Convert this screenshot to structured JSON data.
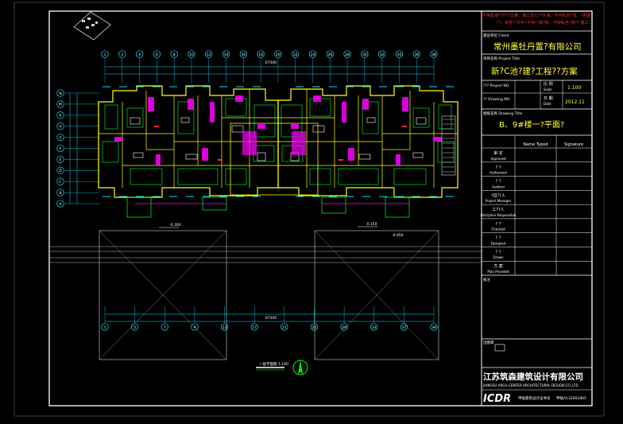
{
  "palette": {
    "background": "#000000",
    "frame": "#ffffff",
    "grid_cyan": "#00e5ff",
    "wall_yellow": "#ffff00",
    "furniture_magenta": "#ff00ff",
    "dim_green": "#00ff3a",
    "red": "#ff2a2a",
    "white": "#ffffff"
  },
  "title_block": {
    "notes": [
      "不得直接??尺寸比量，施工应以??为准，不可私自?改，?更建",
      "??。未经??许可?不得??或?制，不得私自?用?? 施工?"
    ],
    "client_label": "建设单位 Client",
    "client_name": "常州墨牡丹置?有限公司",
    "project_label": "项目名称 Project Title",
    "project_name": "新?C池?建?工程??方案",
    "project_no_label": "??? Project NO.",
    "scale_label": "比 例",
    "scale_label_en": "Scale",
    "scale_value": "1:100",
    "drawing_no_label": "?? Drawing NO.",
    "date_label": "日 期",
    "date_label_en": "Date",
    "date_value": "2012.11",
    "drawing_title_label": "图纸名称 Drawing Title",
    "drawing_title": "B、9#楼一?平面?",
    "name_header": "Name Typed",
    "signature_header": "Signature",
    "roles": [
      {
        "cn": "审 定",
        "en": "Approved"
      },
      {
        "cn": "? ?",
        "en": "Authorized"
      },
      {
        "cn": "? ?",
        "en": "Audited"
      },
      {
        "cn": "?目??人",
        "en": "Project Manager"
      },
      {
        "cn": "工??人",
        "en": "Discipline Responsible"
      },
      {
        "cn": "? ?",
        "en": "Checked"
      },
      {
        "cn": "? ?",
        "en": "Designed"
      },
      {
        "cn": "? ?",
        "en": "Drawn"
      },
      {
        "cn": "方 案",
        "en": "Plan Provided"
      }
    ],
    "remarks_label": "备注",
    "stamp_label": "出图章",
    "company_cn": "江苏筑森建筑设计有限公司",
    "company_en": "JIANGSU ARCH-CENTER ARCHITECTURAL DESIGN CO.,LTD",
    "logo_text": "ICDR",
    "cert_label": "甲级建筑设计证书号",
    "cert_no": "甲级A132001865"
  },
  "drawing": {
    "top_dim_total": "67300",
    "bottom_dim_total": "67300",
    "top_axes": [
      "1",
      "2",
      "4",
      "6",
      "8",
      "10",
      "12",
      "14",
      "16",
      "18",
      "20",
      "22",
      "24",
      "26",
      "28",
      "30",
      "32",
      "34",
      "36",
      "38"
    ],
    "bottom_axes": [
      "1",
      "5",
      "7",
      "9",
      "13",
      "17",
      "21",
      "25",
      "29",
      "33",
      "37",
      "39"
    ],
    "left_axes": [
      "N",
      "M",
      "K",
      "H",
      "G",
      "F",
      "E",
      "D",
      "C",
      "B",
      "A"
    ],
    "level_labels": [
      "-0.300",
      "-0.150",
      "-0.050"
    ],
    "legend_text": "一层平面图 1:100"
  }
}
